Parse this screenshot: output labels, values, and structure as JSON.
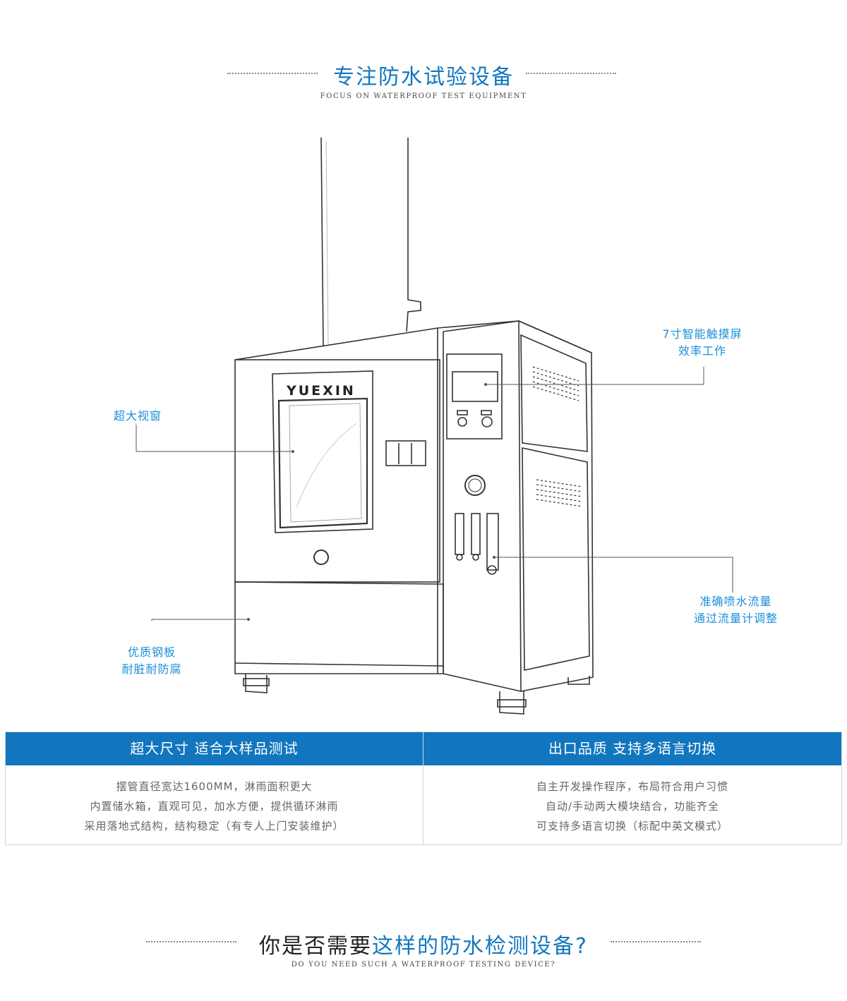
{
  "header": {
    "title": "专注防水试验设备",
    "subtitle": "FOCUS ON WATERPROOF TEST EQUIPMENT"
  },
  "machine": {
    "brand": "YUEXIN"
  },
  "callouts": {
    "window": "超大视窗",
    "touchscreen_line1": "7寸智能触摸屏",
    "touchscreen_line2": "效率工作",
    "steel_line1": "优质钢板",
    "steel_line2": "耐脏耐防腐",
    "flow_line1": "准确喷水流量",
    "flow_line2": "通过流量计调整"
  },
  "features": [
    {
      "heading": "超大尺寸 适合大样品测试",
      "lines": [
        "摆管直径宽达1600MM，淋雨面积更大",
        "内置储水箱，直观可见，加水方便，提供循环淋雨",
        "采用落地式结构，结构稳定（有专人上门安装维护）"
      ]
    },
    {
      "heading": "出口品质 支持多语言切换",
      "lines": [
        "自主开发操作程序，布局符合用户习惯",
        "自动/手动两大模块结合，功能齐全",
        "可支持多语言切换（标配中英文模式）"
      ]
    }
  ],
  "footer": {
    "title_part1": "你是否需要",
    "title_part2": "这样的防水检测设备?",
    "subtitle": "DO YOU NEED SUCH A WATERPROOF TESTING DEVICE?"
  },
  "colors": {
    "accent": "#1276bf",
    "callout": "#1a8fd8"
  }
}
